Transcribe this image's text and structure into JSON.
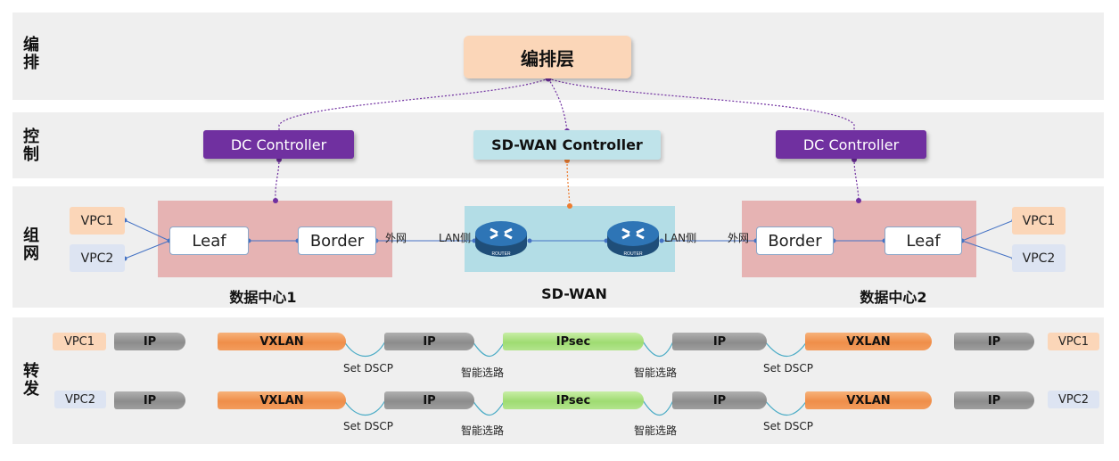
{
  "layers": {
    "orchestration": "编排",
    "control": "控制",
    "network": "组网",
    "forwarding": "转发"
  },
  "orchestration_box": "编排层",
  "controllers": {
    "dc_left": "DC Controller",
    "sdwan": "SD-WAN Controller",
    "dc_right": "DC Controller"
  },
  "network": {
    "vpc1": "VPC1",
    "vpc2": "VPC2",
    "leaf": "Leaf",
    "border": "Border",
    "wan_side": "外网",
    "lan_side": "LAN侧",
    "router_label": "ROUTER",
    "dc1_caption": "数据中心1",
    "sdwan_caption": "SD-WAN",
    "dc2_caption": "数据中心2"
  },
  "forwarding": {
    "rows": [
      {
        "vpc_left": "VPC1",
        "vpc_right": "VPC1"
      },
      {
        "vpc_left": "VPC2",
        "vpc_right": "VPC2"
      }
    ],
    "ip": "IP",
    "vxlan": "VXLAN",
    "ipsec": "IPsec",
    "set_dscp": "Set DSCP",
    "smart_routing": "智能选路"
  },
  "colors": {
    "controller_purple": "#7030a0",
    "orange_link": "#ed7d31",
    "link_blue": "#4472c4"
  }
}
